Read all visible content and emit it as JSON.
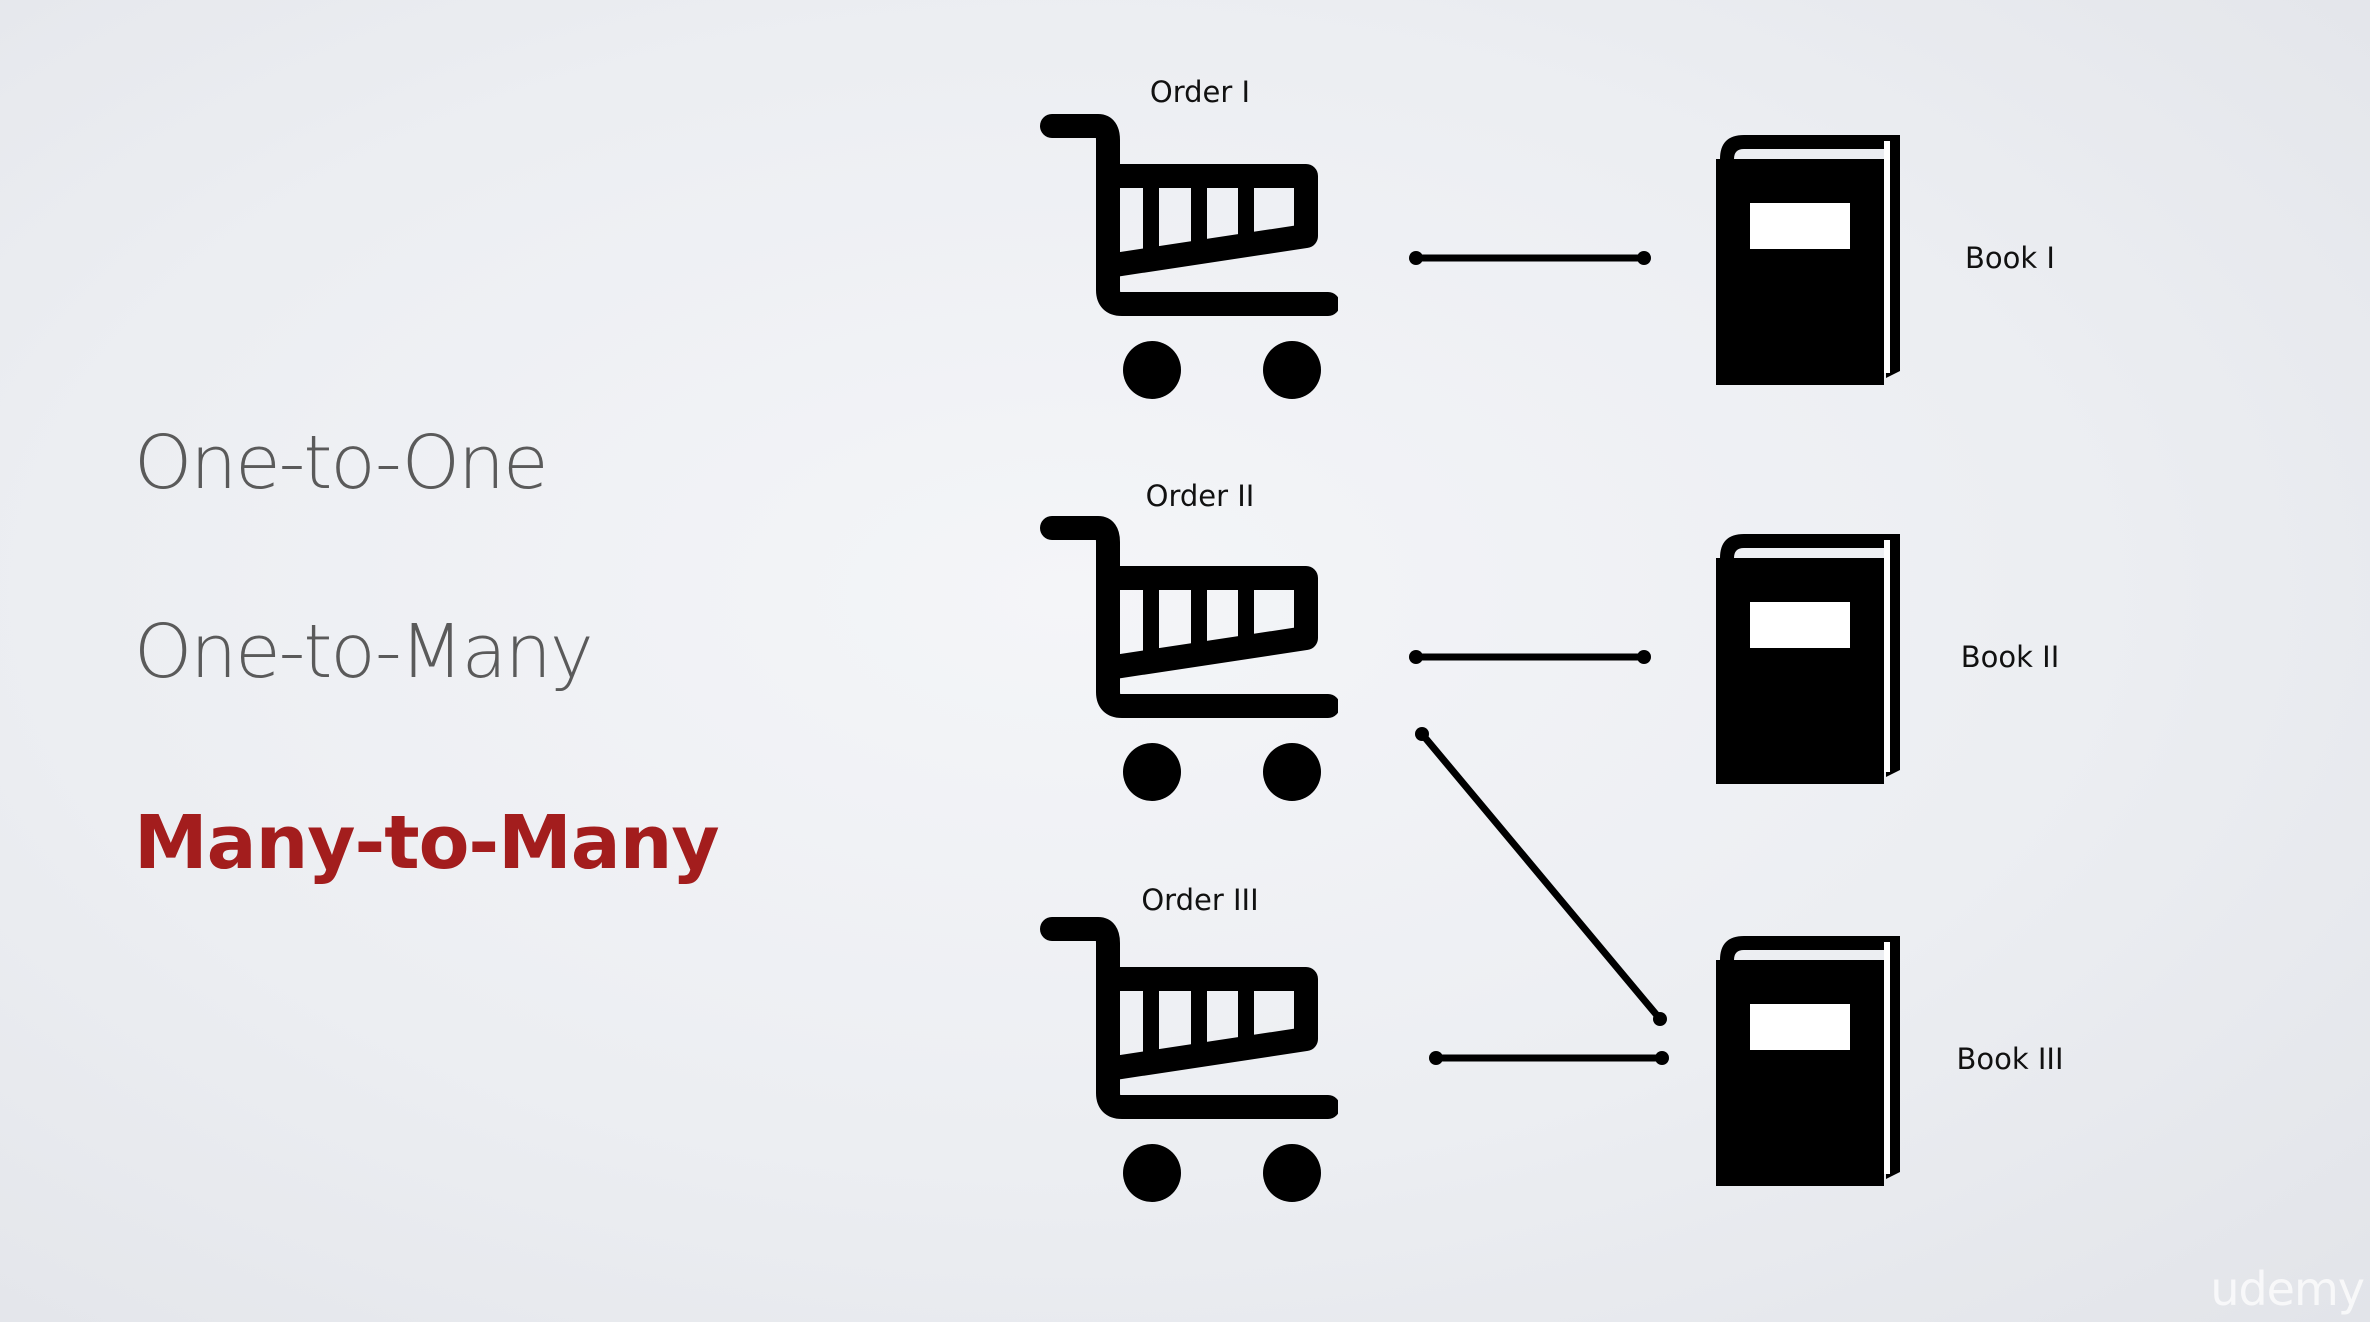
{
  "relationships": [
    {
      "label": "One-to-One",
      "state": "inactive"
    },
    {
      "label": "One-to-Many",
      "state": "inactive"
    },
    {
      "label": "Many-to-Many",
      "state": "active"
    }
  ],
  "orders": [
    {
      "label": "Order I",
      "icon": "shopping-cart-icon"
    },
    {
      "label": "Order II",
      "icon": "shopping-cart-icon"
    },
    {
      "label": "Order III",
      "icon": "shopping-cart-icon"
    }
  ],
  "books": [
    {
      "label": "Book I",
      "icon": "book-icon"
    },
    {
      "label": "Book II",
      "icon": "book-icon"
    },
    {
      "label": "Book III",
      "icon": "book-icon"
    }
  ],
  "connections": [
    {
      "from": "Order I",
      "to": "Book I"
    },
    {
      "from": "Order II",
      "to": "Book II"
    },
    {
      "from": "Order II",
      "to": "Book III"
    },
    {
      "from": "Order III",
      "to": "Book III"
    }
  ],
  "colors": {
    "active": "#a31d1d",
    "inactive": "#5a5a5a",
    "icon": "#000000"
  },
  "watermark": "udemy"
}
